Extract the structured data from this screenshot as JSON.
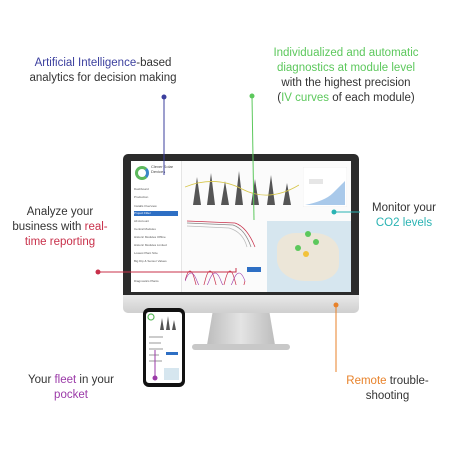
{
  "callouts": {
    "ai": {
      "highlight": "Artificial Intelligence",
      "rest_line1": "-based",
      "line2": "analytics for decision making"
    },
    "diag": {
      "line1": "Individualized and automatic",
      "line2": "diagnostics at module level",
      "line3": "with the highest precision",
      "line4_open": "(",
      "line4_hl": "IV curves",
      "line4_rest": " of each module)"
    },
    "reporting": {
      "line1": "Analyze your",
      "line2_pre": "business with ",
      "line2_hl": "real-",
      "line3_hl": "time reporting"
    },
    "co2": {
      "line1": "Monitor your",
      "line2_hl": "CO2 levels"
    },
    "fleet": {
      "pre": "Your ",
      "hl": "fleet",
      "post": " in your",
      "line2_hl": "pocket"
    },
    "remote": {
      "hl": "Remote",
      "post": " trouble-",
      "line2": "shooting"
    }
  },
  "colors": {
    "ai": "#3b3f9e",
    "diag": "#5cc85c",
    "reporting": "#c8304a",
    "co2": "#2ab3b3",
    "fleet": "#9b3aa8",
    "remote": "#e8822a"
  },
  "screen": {
    "logo_text": "Clever Solar Devices",
    "sidebar_items": [
      "Dashboard",
      "Production",
      "Installs Overview",
      "Project Filter",
      "Alt Account",
      "Central Modules",
      "Historic Modules Offline",
      "Historic Modules Limited",
      "Lowest Plant Size",
      "Big Dip & Sensor Values",
      "Diagnostics Plants"
    ]
  }
}
